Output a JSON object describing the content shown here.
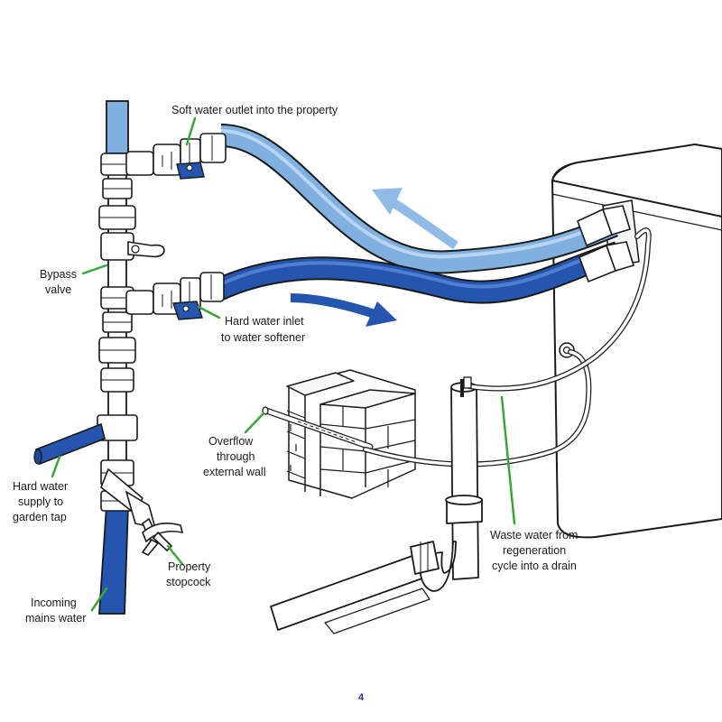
{
  "labels": {
    "soft_outlet": "Soft water outlet into the property",
    "bypass_valve_1": "Bypass",
    "bypass_valve_2": "valve",
    "hard_inlet_1": "Hard water inlet",
    "hard_inlet_2": "to water softener",
    "overflow_1": "Overflow",
    "overflow_2": "through",
    "overflow_3": "external wall",
    "garden_1": "Hard water",
    "garden_2": "supply to",
    "garden_3": "garden tap",
    "stopcock_1": "Property",
    "stopcock_2": "stopcock",
    "mains_1": "Incoming",
    "mains_2": "mains water",
    "waste_1": "Waste water from",
    "waste_2": "regeneration",
    "waste_3": "cycle into a drain"
  },
  "page_number": "4",
  "colors": {
    "soft_water": "#7fb0e0",
    "hard_water": "#2456b0",
    "leader_line": "#3aa63a",
    "page_number": "#2a2a7a"
  }
}
